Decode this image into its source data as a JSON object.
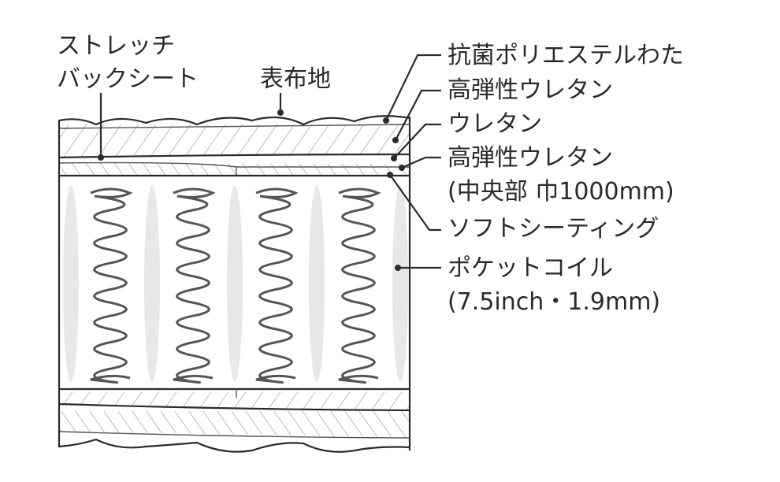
{
  "labels": {
    "stretch_back_sheet_line1": "ストレッチ",
    "stretch_back_sheet_line2": "バックシート",
    "surface_fabric": "表布地",
    "antibacterial_polyester": "抗菌ポリエステルわた",
    "high_resilience_urethane_1": "高弾性ウレタン",
    "urethane": "ウレタン",
    "high_resilience_urethane_2": "高弾性ウレタン",
    "center_width_note": "(中央部 巾1000mm)",
    "soft_sheeting": "ソフトシーティング",
    "pocket_coil": "ポケットコイル",
    "pocket_coil_spec": "(7.5inch・1.9mm)"
  },
  "colors": {
    "line": "#2a2a2a",
    "coil_shadow": "#e6e6e6"
  }
}
